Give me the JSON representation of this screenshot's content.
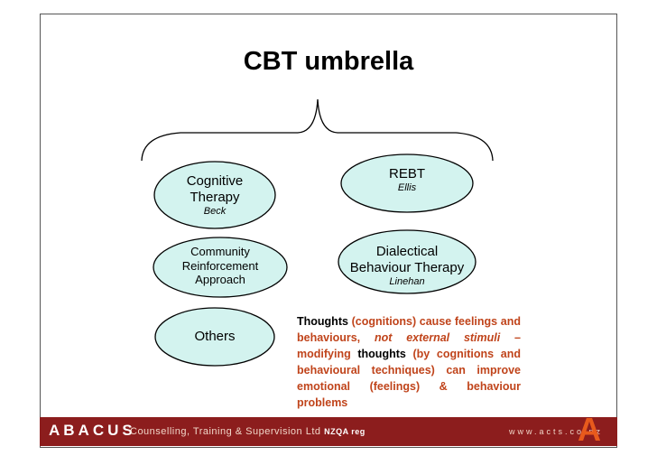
{
  "title": "CBT umbrella",
  "nodes": {
    "cognitive": {
      "label_line1": "Cognitive",
      "label_line2": "Therapy",
      "author": "Beck"
    },
    "rebt": {
      "label": "REBT",
      "author": "Ellis"
    },
    "community": {
      "label_line1": "Community",
      "label_line2": "Reinforcement",
      "label_line3": "Approach"
    },
    "dialectical": {
      "label_line1": "Dialectical",
      "label_line2": "Behaviour Therapy",
      "author": "Linehan"
    },
    "others": {
      "label": "Others"
    }
  },
  "paragraph": {
    "p1": "Thoughts",
    "p2": " (cognitions) cause feelings and behaviours, ",
    "p3": "not external stimuli",
    "p4": " – modifying ",
    "p5": "thoughts",
    "p6": " (by cognitions and behavioural techniques) can improve emotional (feelings) & behaviour problems"
  },
  "footer": {
    "logo": "ABACUS",
    "tagline": "Counselling, Training & Supervision Ltd",
    "nzqa": "NZQA reg",
    "url": "www.acts.co.nz",
    "mark": "A"
  },
  "colors": {
    "ellipse_fill": "#d3f3ef",
    "accent_text": "#c0441b",
    "footer_bg": "#8c1d1d"
  }
}
